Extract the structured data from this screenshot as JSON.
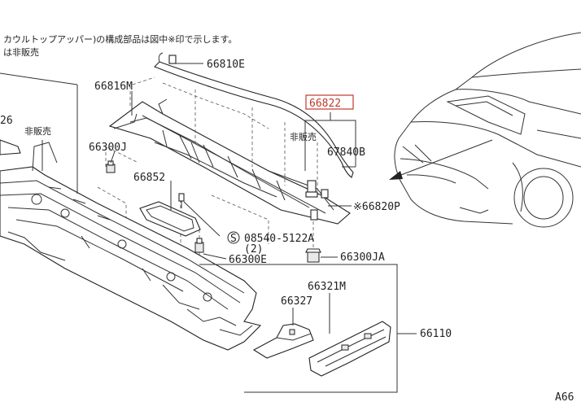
{
  "notes": {
    "line1": "カウルトップアッパー)の構成部品は図中※印で示します。",
    "line2": "は非販売"
  },
  "labels": {
    "p66810E": "66810E",
    "p66816M": "66816M",
    "p66822": "66822",
    "hanbai_right": "非販売",
    "p67840B": "67840B",
    "p66300J": "66300J",
    "p66852": "66852",
    "p66820P": "※66820P",
    "p08540": "08540-5122A",
    "qty2": "(2)",
    "p66300E": "66300E",
    "p66300JA": "66300JA",
    "p66321M": "66321M",
    "p66327": "66327",
    "p66110": "66110",
    "hanbai_left": "非販売",
    "p26": "26",
    "screw_mark": "S",
    "figure_code": "A66"
  },
  "colors": {
    "highlight": "#c0392b",
    "ink": "#222222"
  }
}
